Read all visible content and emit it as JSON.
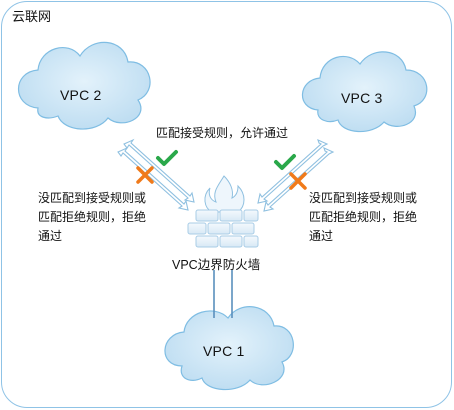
{
  "region": {
    "label": "云联网"
  },
  "clouds": {
    "vpc2": "VPC 2",
    "vpc3": "VPC 3",
    "vpc1": "VPC 1"
  },
  "rules": {
    "allow": "匹配接受规则，允许通过",
    "deny_left": "没匹配到接受规则或\n匹配拒绝规则，拒绝\n通过",
    "deny_right": "没匹配到接受规则或\n匹配拒绝规则，拒绝\n通过"
  },
  "firewall": {
    "label": "VPC边界防火墙"
  },
  "icons": {
    "cloud": "cloud-icon",
    "firewall": "firewall-icon",
    "allow": "check-icon",
    "deny": "cross-icon"
  },
  "colors": {
    "frame": "#8fc3e6",
    "cloud_fill": "#cde7f7",
    "cloud_stroke": "#7fbde3",
    "arrow_stroke": "#8fc0e0",
    "check": "#2aa84a",
    "cross": "#f07a1a",
    "link": "#5a8fbd"
  }
}
